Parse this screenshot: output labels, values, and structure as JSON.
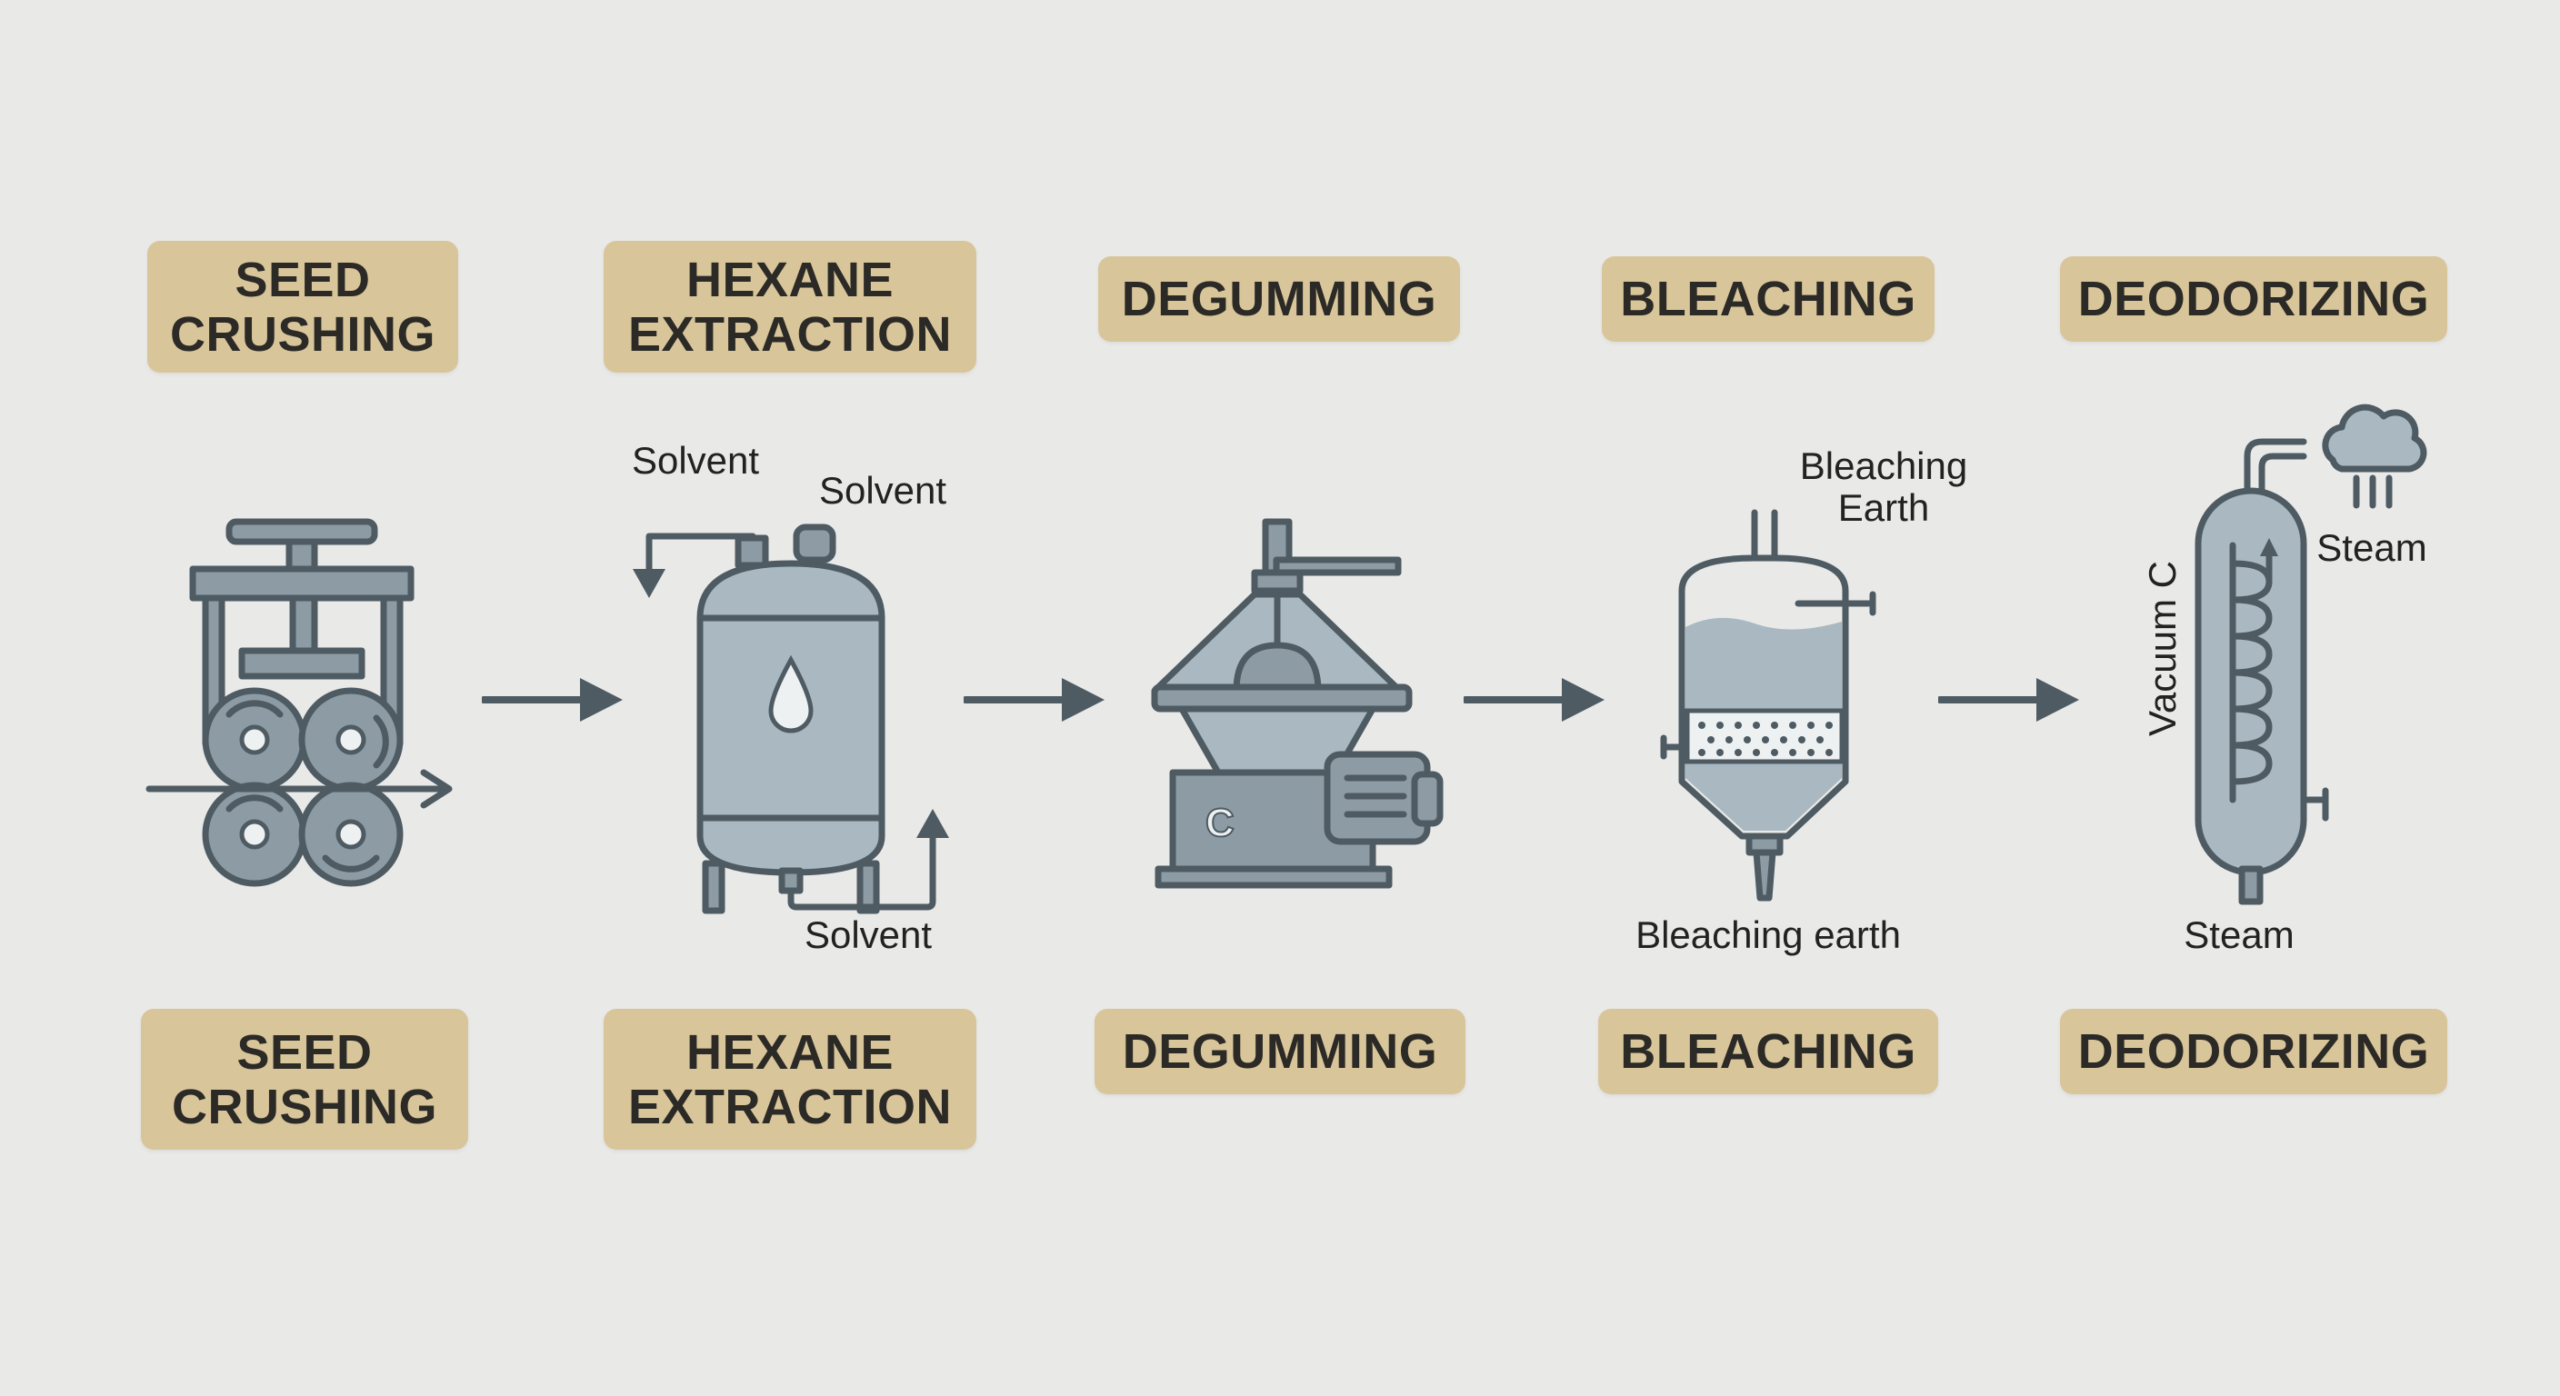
{
  "stages_top": [
    {
      "label": "SEED\nCRUSHING"
    },
    {
      "label": "HEXANE\nEXTRACTION"
    },
    {
      "label": "DEGUMMING"
    },
    {
      "label": "BLEACHING"
    },
    {
      "label": "DEODORIZING"
    }
  ],
  "stages_bottom": [
    {
      "label": "SEED\nCRUSHING"
    },
    {
      "label": "HEXANE\nEXTRACTION"
    },
    {
      "label": "DEGUMMING"
    },
    {
      "label": "BLEACHING"
    },
    {
      "label": "DEODORIZING"
    }
  ],
  "annotations": {
    "extraction_solvent_top_left": "Solvent",
    "extraction_solvent_top_right": "Solvent",
    "extraction_solvent_bottom": "Solvent",
    "bleaching_earth_top": "Bleaching\nEarth",
    "bleaching_earth_bottom": "Bleaching earth",
    "deodorizing_steam_top": "Steam",
    "deodorizing_steam_bottom": "Steam",
    "deodorizing_vacuum": "Vacuum C",
    "degumming_mark": "C"
  },
  "colors": {
    "background": "#e9e9e7",
    "label_fill": "#d9c59a",
    "icon_stroke": "#4e5b63",
    "icon_fill": "#8d9ba4"
  }
}
